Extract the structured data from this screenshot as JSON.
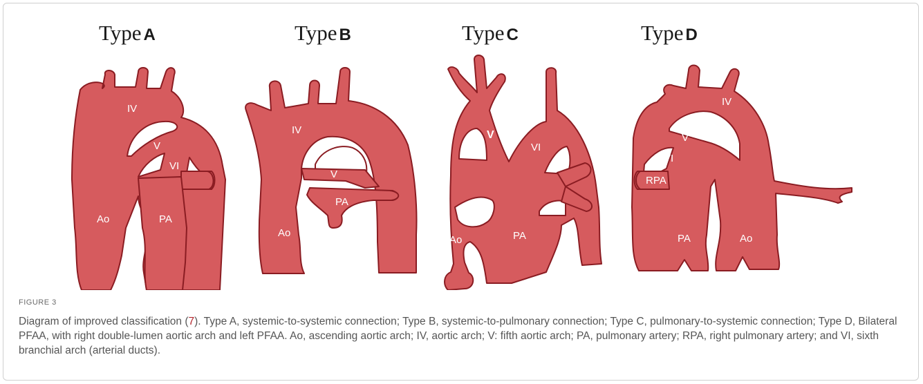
{
  "figure": {
    "label": "FIGURE 3",
    "caption_before_ref": "Diagram of improved classification (",
    "caption_ref": "7",
    "caption_after_ref": "). Type A, systemic-to-systemic connection; Type B, systemic-to-pulmonary connection; Type C, pulmonary-to-systemic connection; Type D, Bilateral PFAA, with right double-lumen aortic arch and left PFAA. Ao, ascending aortic arch; IV, aortic arch; V: fifth aortic arch; PA, pulmonary artery; RPA, right pulmonary artery; and VI, sixth branchial arch (arterial ducts)."
  },
  "panels": [
    {
      "title_word": "Type",
      "title_letter": "A",
      "labels": {
        "iv": "IV",
        "v": "V",
        "vi": "VI",
        "ao": "Ao",
        "pa": "PA"
      }
    },
    {
      "title_word": "Type",
      "title_letter": "B",
      "labels": {
        "iv": "IV",
        "v": "V",
        "ao": "Ao",
        "pa": "PA"
      }
    },
    {
      "title_word": "Type",
      "title_letter": "C",
      "labels": {
        "v": "V",
        "vi": "VI",
        "ao": "Ao",
        "pa": "PA"
      }
    },
    {
      "title_word": "Type",
      "title_letter": "D",
      "labels": {
        "iv": "IV",
        "v": "V",
        "vi": "VI",
        "rpa": "RPA",
        "pa": "PA",
        "ao": "Ao"
      }
    }
  ],
  "colors": {
    "vessel_fill": "#d65b5e",
    "vessel_stroke": "#8a1c22",
    "reference_link": "#b3262d"
  }
}
